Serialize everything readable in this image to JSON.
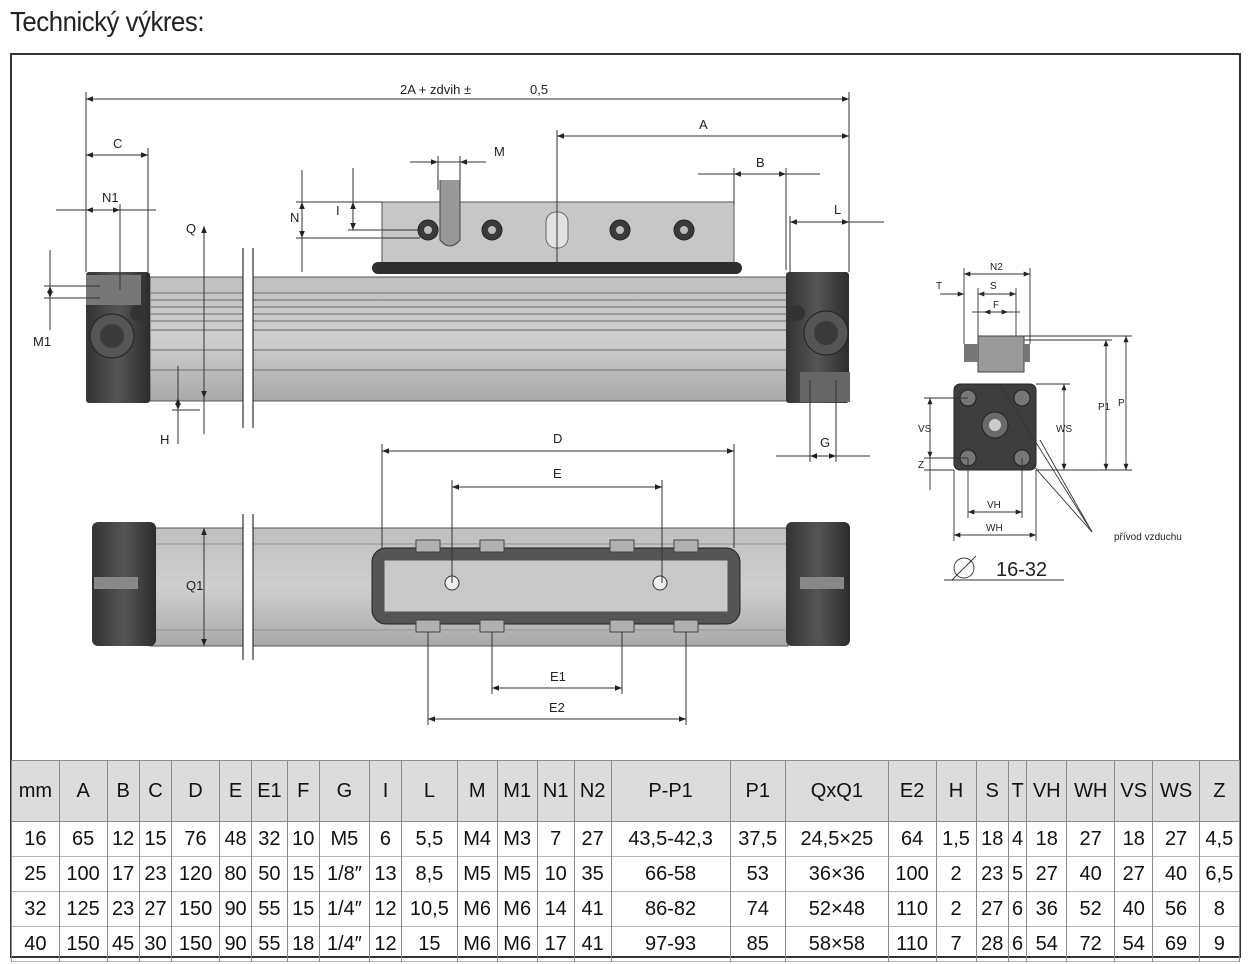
{
  "page": {
    "title": "Technický výkres:"
  },
  "drawing": {
    "labels": {
      "total": "2A + zdvih ±",
      "tolerance": "0,5",
      "A": "A",
      "B": "B",
      "C": "C",
      "M": "M",
      "N1": "N1",
      "N": "N",
      "I": "I",
      "L": "L",
      "Q": "Q",
      "M1": "M1",
      "H": "H",
      "G": "G",
      "D": "D",
      "E": "E",
      "E1": "E1",
      "E2": "E2",
      "Q1": "Q1",
      "N2": "N2",
      "T": "T",
      "S": "S",
      "F": "F",
      "P1": "P1",
      "P": "P",
      "VS": "VS",
      "WS": "WS",
      "Z": "Z",
      "VH": "VH",
      "WH": "WH",
      "air_supply": "přívod vzduchu",
      "bore_symbol": "⌀",
      "bore_range": "16-32"
    }
  },
  "table": {
    "headers": [
      "mm",
      "A",
      "B",
      "C",
      "D",
      "E",
      "E1",
      "F",
      "G",
      "I",
      "L",
      "M",
      "M1",
      "N1",
      "N2",
      "P-P1",
      "P1",
      "QxQ1",
      "E2",
      "H",
      "S",
      "T",
      "VH",
      "WH",
      "VS",
      "WS",
      "Z"
    ],
    "rows": [
      [
        "16",
        "65",
        "12",
        "15",
        "76",
        "48",
        "32",
        "10",
        "M5",
        "6",
        "5,5",
        "M4",
        "M3",
        "7",
        "27",
        "43,5-42,3",
        "37,5",
        "24,5×25",
        "64",
        "1,5",
        "18",
        "4",
        "18",
        "27",
        "18",
        "27",
        "4,5"
      ],
      [
        "25",
        "100",
        "17",
        "23",
        "120",
        "80",
        "50",
        "15",
        "1/8″",
        "13",
        "8,5",
        "M5",
        "M5",
        "10",
        "35",
        "66-58",
        "53",
        "36×36",
        "100",
        "2",
        "23",
        "5",
        "27",
        "40",
        "27",
        "40",
        "6,5"
      ],
      [
        "32",
        "125",
        "23",
        "27",
        "150",
        "90",
        "55",
        "15",
        "1/4″",
        "12",
        "10,5",
        "M6",
        "M6",
        "14",
        "41",
        "86-82",
        "74",
        "52×48",
        "110",
        "2",
        "27",
        "6",
        "36",
        "52",
        "40",
        "56",
        "8"
      ],
      [
        "40",
        "150",
        "45",
        "30",
        "150",
        "90",
        "55",
        "18",
        "1/4″",
        "12",
        "15",
        "M6",
        "M6",
        "17",
        "41",
        "97-93",
        "85",
        "58×58",
        "110",
        "7",
        "28",
        "6",
        "54",
        "72",
        "54",
        "69",
        "9"
      ]
    ]
  }
}
